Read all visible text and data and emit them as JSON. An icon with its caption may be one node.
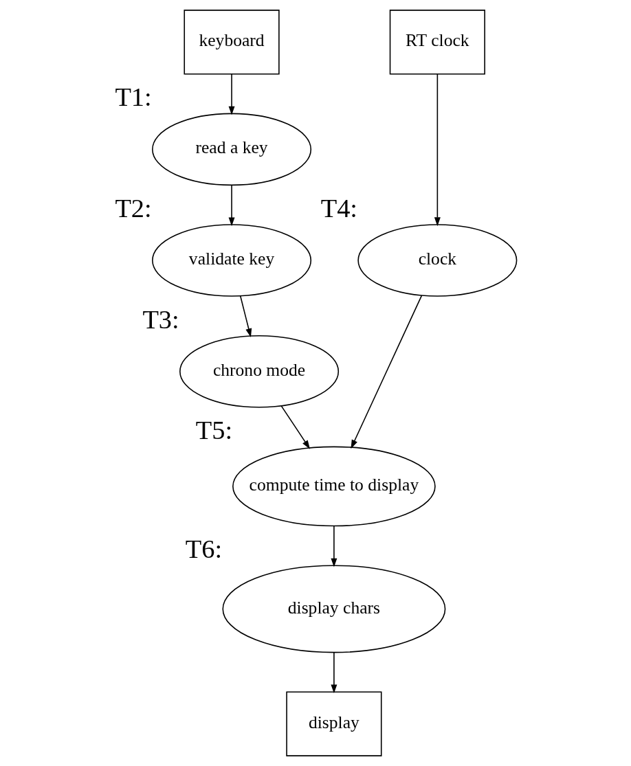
{
  "diagram": {
    "nodes": [
      {
        "text": [
          "keyboard"
        ]
      },
      {
        "text": [
          "read a key"
        ],
        "beside": [
          "T1:"
        ]
      },
      {
        "text": [
          "validate key"
        ],
        "beside": [
          "T2:"
        ]
      },
      {
        "text": [
          "chrono mode"
        ],
        "beside": [
          "T3:"
        ]
      },
      {
        "text": [
          "RT clock"
        ]
      },
      {
        "text": [
          "clock"
        ],
        "beside": [
          "T4:"
        ]
      },
      {
        "text": [
          "compute time to display"
        ],
        "beside": [
          "T5:"
        ]
      },
      {
        "text": [
          "display chars"
        ],
        "beside": [
          "T6:"
        ]
      },
      {
        "text": [
          "display"
        ]
      }
    ],
    "edges": [
      {
        "from": 0,
        "to": 1,
        "arrow": "to"
      },
      {
        "from": 1,
        "to": 2,
        "arrow": "to"
      },
      {
        "from": 2,
        "to": 3,
        "arrow": "to"
      },
      {
        "from": 3,
        "to": 6,
        "arrow": "to"
      },
      {
        "from": 4,
        "to": 5,
        "arrow": "to"
      },
      {
        "from": 5,
        "to": 6,
        "arrow": "to"
      },
      {
        "from": 6,
        "to": 7,
        "arrow": "to"
      },
      {
        "from": 7,
        "to": 8,
        "arrow": "to"
      }
    ]
  }
}
